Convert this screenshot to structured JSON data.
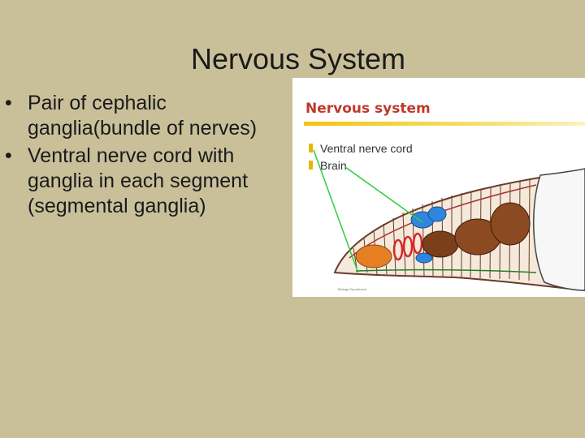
{
  "slide": {
    "title": "Nervous System",
    "bullets": [
      "Pair of cephalic ganglia(bundle of nerves)",
      "Ventral nerve cord with ganglia in each segment (segmental ganglia)"
    ],
    "bullet_symbol": "•"
  },
  "figure": {
    "title": "Nervous system",
    "legend": [
      "Ventral nerve cord",
      "Brain"
    ],
    "credit": "Biology Department"
  },
  "colors": {
    "background": "#c9c09a",
    "figure_title": "#c0392b",
    "legend_swatch": "#e6b800",
    "label_lines": "#2ecc40"
  }
}
